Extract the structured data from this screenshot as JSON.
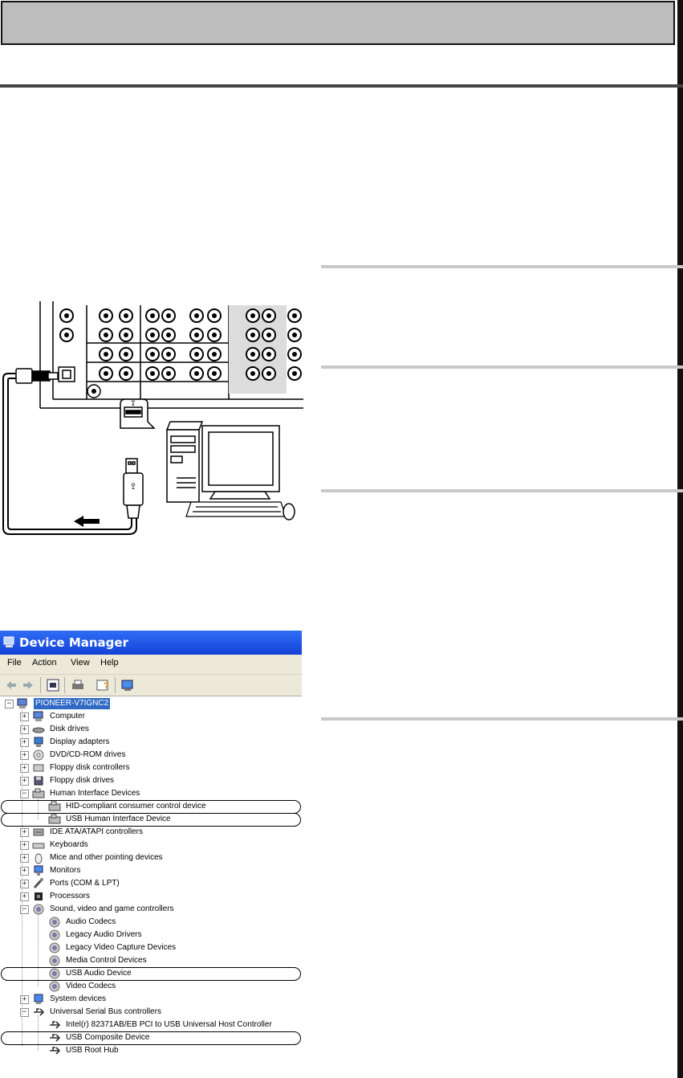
{
  "device_manager": {
    "title": "Device Manager",
    "menu": [
      "File",
      "Action",
      "View",
      "Help"
    ],
    "root": "PIONEER-V7IGNC2",
    "categories": [
      {
        "label": "Computer",
        "icon": "computer-icon",
        "expanded": false
      },
      {
        "label": "Disk drives",
        "icon": "disk-drive-icon",
        "expanded": false
      },
      {
        "label": "Display adapters",
        "icon": "display-adapter-icon",
        "expanded": false
      },
      {
        "label": "DVD/CD-ROM drives",
        "icon": "dvd-drive-icon",
        "expanded": false
      },
      {
        "label": "Floppy disk controllers",
        "icon": "floppy-controller-icon",
        "expanded": false
      },
      {
        "label": "Floppy disk drives",
        "icon": "floppy-drive-icon",
        "expanded": false
      },
      {
        "label": "Human Interface Devices",
        "icon": "hid-icon",
        "expanded": true,
        "children": [
          {
            "label": "HID-compliant consumer control device",
            "icon": "hid-icon",
            "highlighted": true
          },
          {
            "label": "USB Human Interface Device",
            "icon": "hid-icon",
            "highlighted": true
          }
        ]
      },
      {
        "label": "IDE ATA/ATAPI controllers",
        "icon": "ide-controller-icon",
        "expanded": false
      },
      {
        "label": "Keyboards",
        "icon": "keyboard-icon",
        "expanded": false
      },
      {
        "label": "Mice and other pointing devices",
        "icon": "mouse-icon",
        "expanded": false
      },
      {
        "label": "Monitors",
        "icon": "monitor-icon",
        "expanded": false
      },
      {
        "label": "Ports (COM & LPT)",
        "icon": "port-icon",
        "expanded": false
      },
      {
        "label": "Processors",
        "icon": "processor-icon",
        "expanded": false
      },
      {
        "label": "Sound, video and game controllers",
        "icon": "sound-icon",
        "expanded": true,
        "children": [
          {
            "label": "Audio Codecs",
            "icon": "sound-icon",
            "highlighted": false
          },
          {
            "label": "Legacy Audio Drivers",
            "icon": "sound-icon",
            "highlighted": false
          },
          {
            "label": "Legacy Video Capture Devices",
            "icon": "sound-icon",
            "highlighted": false
          },
          {
            "label": "Media Control Devices",
            "icon": "sound-icon",
            "highlighted": false
          },
          {
            "label": "USB Audio Device",
            "icon": "sound-icon",
            "highlighted": true
          },
          {
            "label": "Video Codecs",
            "icon": "sound-icon",
            "highlighted": false
          }
        ]
      },
      {
        "label": "System devices",
        "icon": "system-device-icon",
        "expanded": false
      },
      {
        "label": "Universal Serial Bus controllers",
        "icon": "usb-icon",
        "expanded": true,
        "children": [
          {
            "label": "Intel(r) 82371AB/EB PCI to USB Universal Host Controller",
            "icon": "usb-icon",
            "highlighted": false
          },
          {
            "label": "USB Composite Device",
            "icon": "usb-icon",
            "highlighted": true
          },
          {
            "label": "USB Root Hub",
            "icon": "usb-icon",
            "highlighted": false
          }
        ]
      }
    ]
  },
  "colors": {
    "title_bar": "#1f55e0",
    "selection": "#316ac5",
    "header_bar": "#bdbdbd"
  }
}
